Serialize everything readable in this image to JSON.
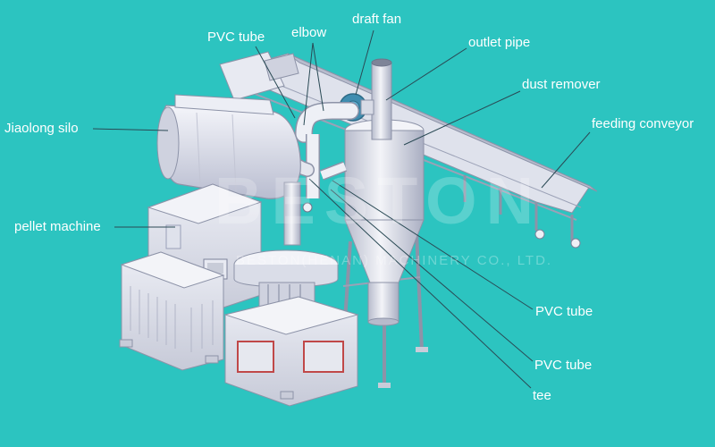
{
  "labels": {
    "pvc_tube_top": "PVC tube",
    "elbow": "elbow",
    "draft_fan": "draft fan",
    "outlet_pipe": "outlet pipe",
    "dust_remover": "dust remover",
    "feeding_conveyor": "feeding conveyor",
    "jiaolong_silo": "Jiaolong silo",
    "pellet_machine": "pellet machine",
    "pvc_tube_right_1": "PVC tube",
    "pvc_tube_right_2": "PVC tube",
    "tee": "tee"
  },
  "watermark": {
    "brand": "BESTON",
    "subtitle": "BESTON(HENAN) MACHINERY CO., LTD."
  },
  "colors": {
    "background": "#2cc4c0",
    "label_text": "#ffffff",
    "leader_line": "#2a4a55",
    "machine_light": "#eef0f6",
    "machine_mid": "#d3d6e2",
    "machine_shadow": "#9aa0b8",
    "panel_red": "#d04040"
  }
}
